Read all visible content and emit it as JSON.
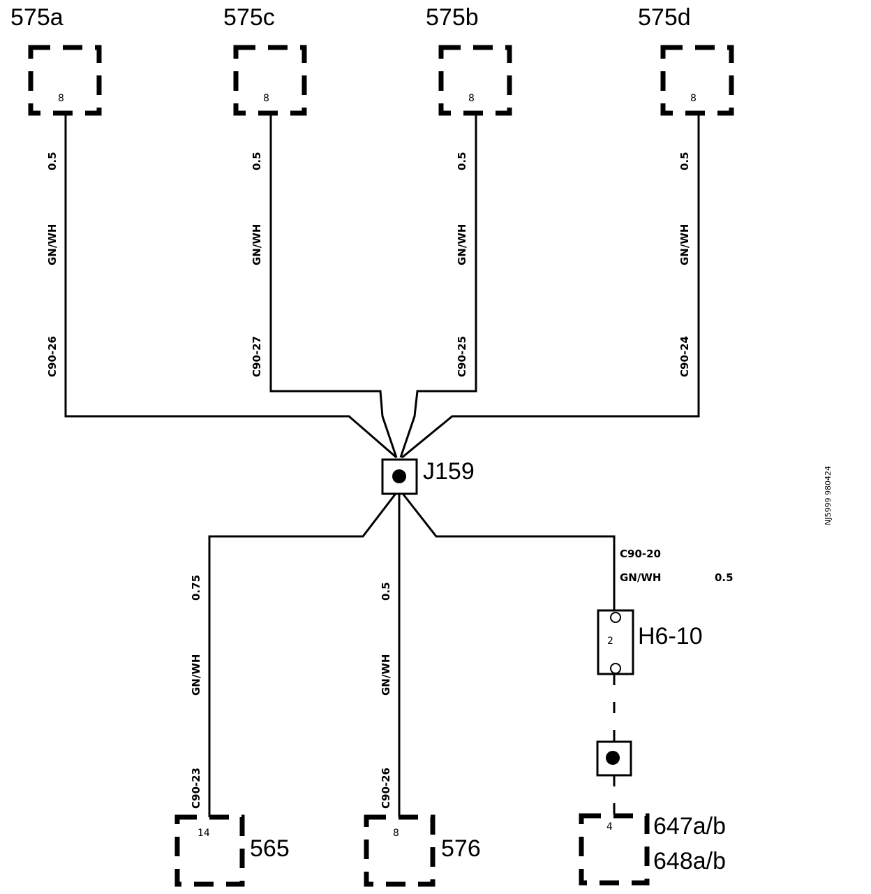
{
  "connectors_top": [
    {
      "id": "575a",
      "pin": "8",
      "wire_size": "0.5",
      "wire_color": "GN/WH",
      "circuit": "C90-26"
    },
    {
      "id": "575c",
      "pin": "8",
      "wire_size": "0.5",
      "wire_color": "GN/WH",
      "circuit": "C90-27"
    },
    {
      "id": "575b",
      "pin": "8",
      "wire_size": "0.5",
      "wire_color": "GN/WH",
      "circuit": "C90-25"
    },
    {
      "id": "575d",
      "pin": "8",
      "wire_size": "0.5",
      "wire_color": "GN/WH",
      "circuit": "C90-24"
    }
  ],
  "junction": {
    "id": "J159"
  },
  "connectors_bottom": [
    {
      "id": "565",
      "pin": "14",
      "wire_size": "0.75",
      "wire_color": "GN/WH",
      "circuit": "C90-23"
    },
    {
      "id": "576",
      "pin": "8",
      "wire_size": "0.5",
      "wire_color": "GN/WH",
      "circuit": "C90-26"
    }
  ],
  "right_branch": {
    "circuit": "C90-20",
    "wire_color": "GN/WH",
    "wire_size": "0.5",
    "inline_connector": {
      "id": "H6-10",
      "pin": "2"
    },
    "end_connector": {
      "id_line1": "647a/b",
      "id_line2": "648a/b",
      "pin": "4"
    }
  },
  "drawing_id": "NJ5999 980424"
}
